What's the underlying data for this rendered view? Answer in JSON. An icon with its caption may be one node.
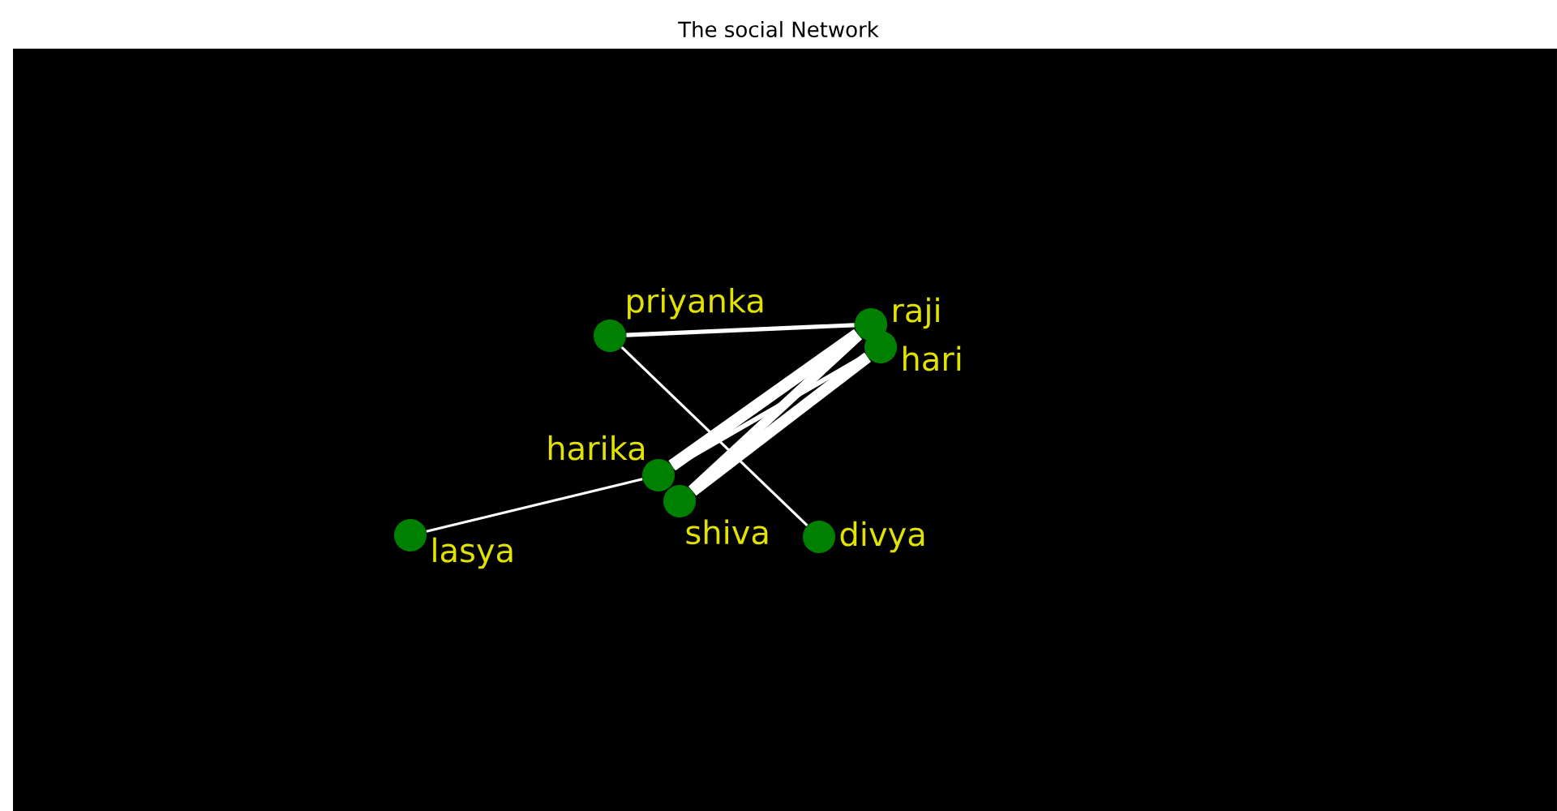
{
  "diagram": {
    "title": "The social Network",
    "nodes": [
      {
        "text": [
          "priyanka"
        ]
      },
      {
        "text": [
          "raji"
        ]
      },
      {
        "text": [
          "hari"
        ]
      },
      {
        "text": [
          "harika"
        ]
      },
      {
        "text": [
          "shiva"
        ]
      },
      {
        "text": [
          "lasya"
        ]
      },
      {
        "text": [
          "divya"
        ]
      }
    ],
    "edges": [
      {
        "from": 0,
        "to": 1,
        "arrow": "none"
      },
      {
        "from": 0,
        "to": 6,
        "arrow": "none"
      },
      {
        "from": 5,
        "to": 3,
        "arrow": "none"
      },
      {
        "from": 3,
        "to": 1,
        "arrow": "none",
        "style": "thick"
      },
      {
        "from": 3,
        "to": 2,
        "arrow": "none"
      },
      {
        "from": 4,
        "to": 1,
        "arrow": "none",
        "style": "thick"
      },
      {
        "from": 4,
        "to": 2,
        "arrow": "none",
        "style": "thick"
      }
    ]
  }
}
